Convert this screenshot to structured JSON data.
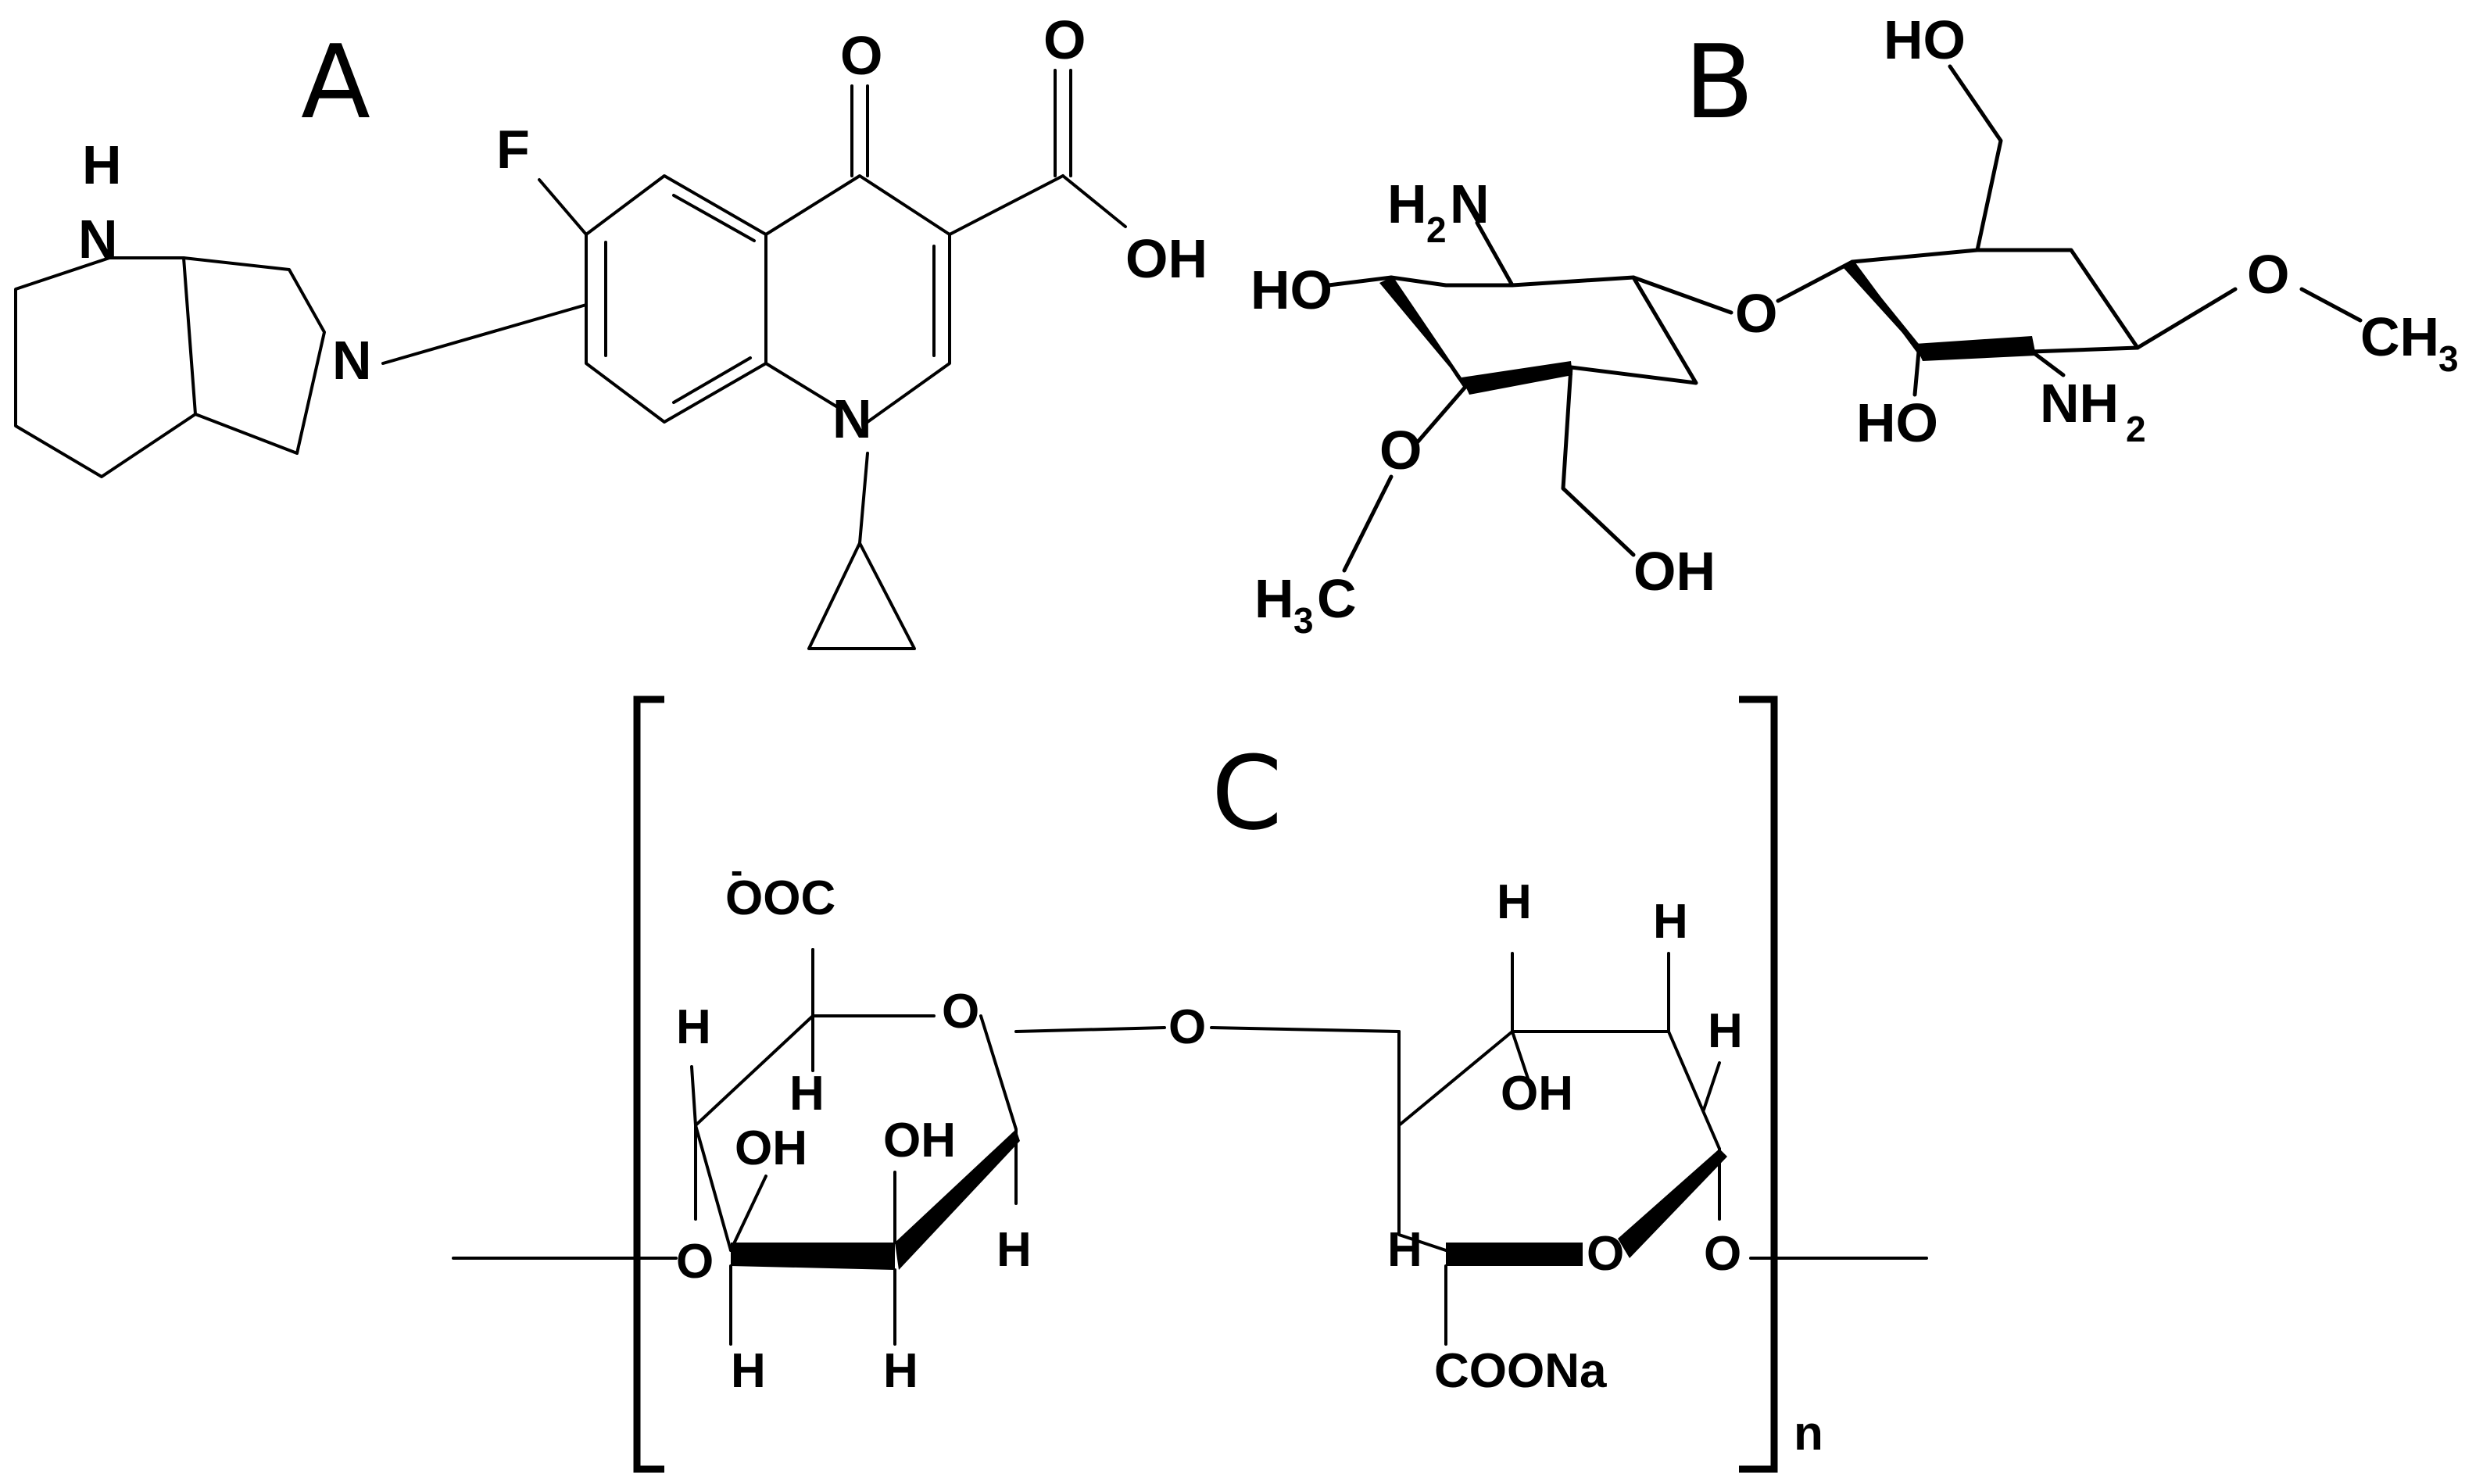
{
  "panels": {
    "a": {
      "label": "A",
      "atoms": {
        "h_top": "H",
        "n_ring": "N",
        "n_pyrrolidine": "N",
        "f": "F",
        "o_keto": "O",
        "o_acid": "O",
        "oh_acid": "OH",
        "n_quinolone": "N"
      }
    },
    "b": {
      "label": "B",
      "atoms": {
        "ho_top": "HO",
        "h2n": "H",
        "h2n_sub": "2",
        "h2n_n": "N",
        "ho_left": "HO",
        "o_link": "O",
        "o_methoxy_right": "O",
        "ch3_right": "CH",
        "ch3_right_sub": "3",
        "o_methoxy_left": "O",
        "h3c": "H",
        "h3c_sub": "3",
        "h3c_c": "C",
        "oh_bottom": "OH",
        "ho_right": "HO",
        "nh2": "NH",
        "nh2_sub": "2"
      }
    },
    "c": {
      "label": "C",
      "repeat_subscript": "n",
      "atoms": {
        "ooc": "OOC",
        "ooc_charge": "-",
        "o_ring1": "O",
        "o_bridge": "O",
        "h1": "H",
        "h2": "H",
        "oh1": "OH",
        "oh2": "OH",
        "o_left": "O",
        "h3": "H",
        "h4": "H",
        "h5": "H",
        "h6": "H",
        "h7": "H",
        "oh3": "OH",
        "h8": "H",
        "h9": "H",
        "o_ring2": "O",
        "o_right": "O",
        "coona": "COONa"
      }
    }
  }
}
